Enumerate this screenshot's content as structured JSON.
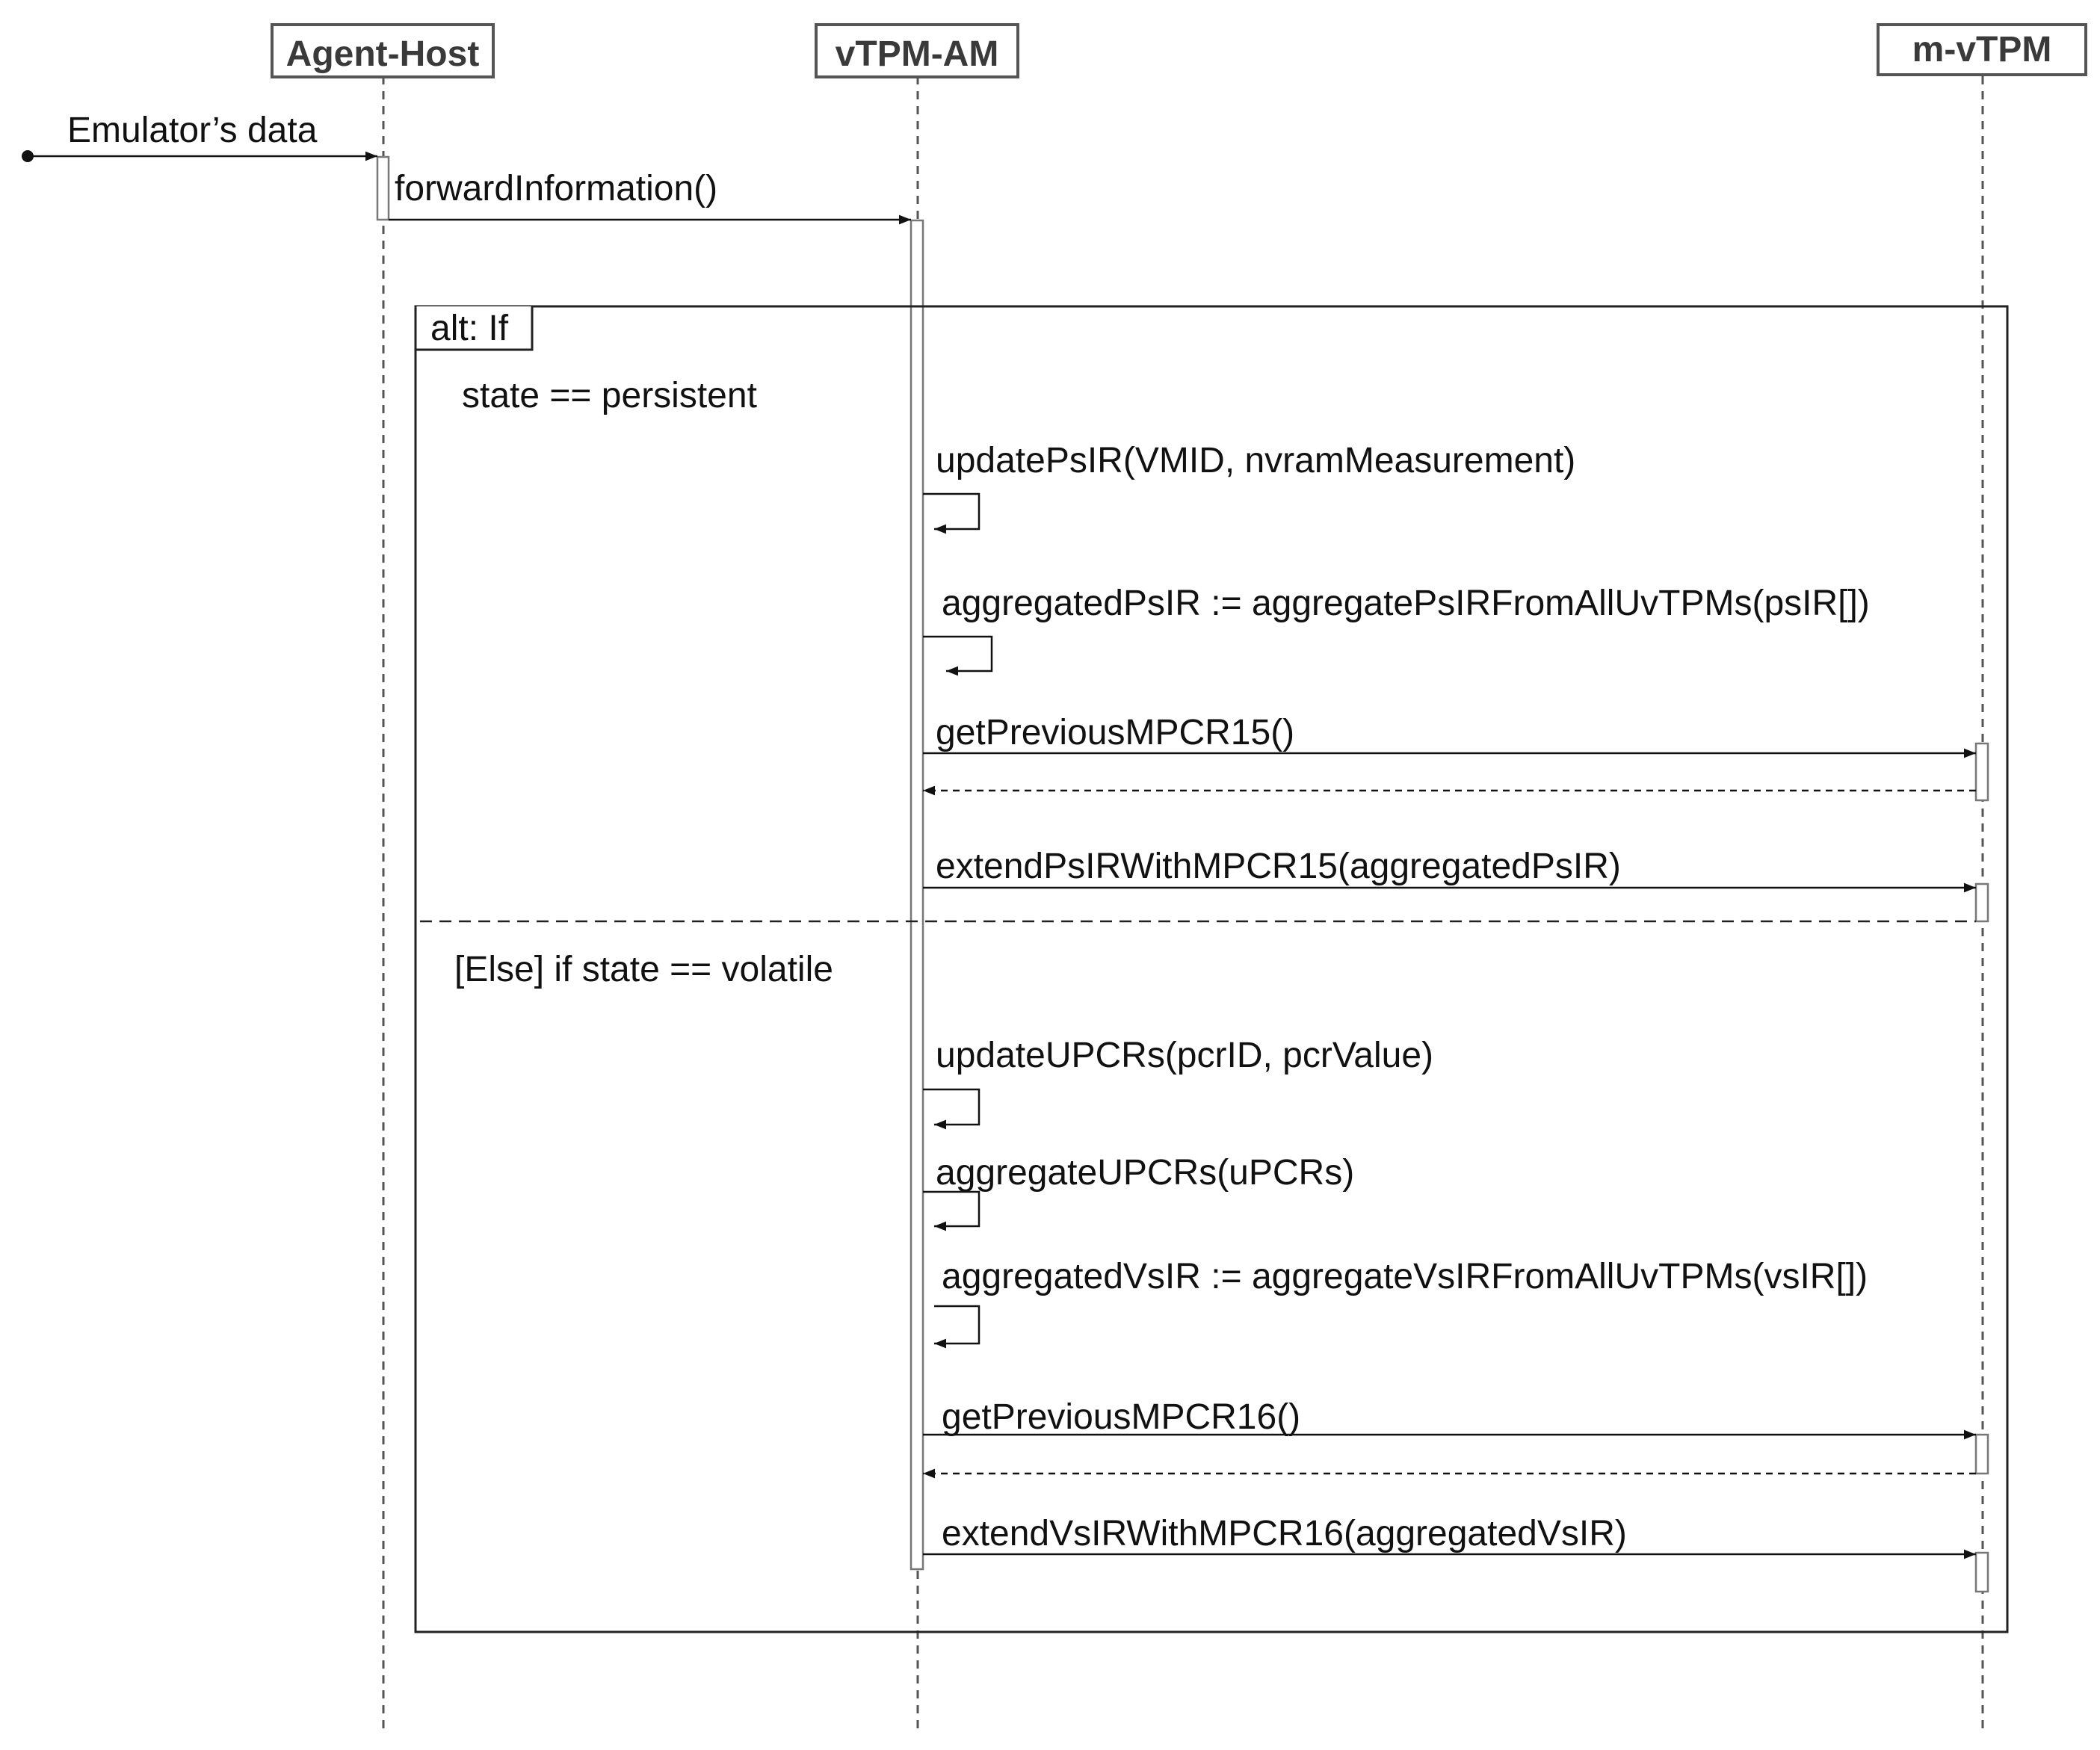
{
  "participants": {
    "agent_host": "Agent-Host",
    "vtpm_am": "vTPM-AM",
    "m_vtpm": "m-vTPM"
  },
  "messages": {
    "emulator_data": "Emulator’s data",
    "forward_information": "forwardInformation()",
    "update_psir": "updatePsIR(VMID, nvramMeasurement)",
    "aggregate_psir": "aggregatedPsIR := aggregatePsIRFromAllUvTPMs(psIR[])",
    "get_previous_mpcr15": "getPreviousMPCR15()",
    "extend_psir": "extendPsIRWithMPCR15(aggregatedPsIR)",
    "update_upcrs": "updateUPCRs(pcrID, pcrValue)",
    "aggregate_upcrs": "aggregateUPCRs(uPCRs)",
    "aggregate_vsir": "aggregatedVsIR := aggregateVsIRFromAllUvTPMs(vsIR[])",
    "get_previous_mpcr16": "getPreviousMPCR16()",
    "extend_vsir": "extendVsIRWithMPCR16(aggregatedVsIR)"
  },
  "fragment": {
    "label": "alt: If",
    "guard_if": "state == persistent",
    "guard_else": "[Else] if state == volatile"
  }
}
